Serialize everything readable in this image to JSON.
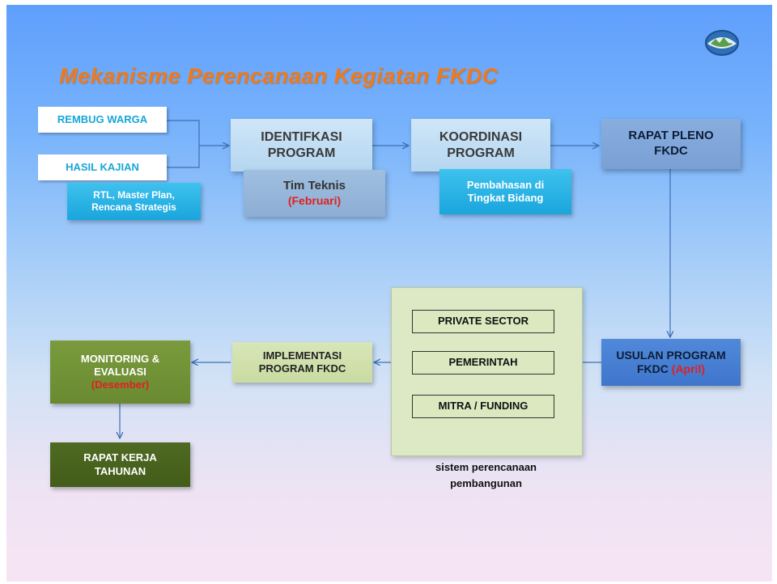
{
  "title": "Mekanisme Perencanaan Kegiatan FKDC",
  "inputs": {
    "rembug_warga": "REMBUG WARGA",
    "hasil_kajian": "HASIL KAJIAN",
    "rtl": "RTL, Master Plan,",
    "rtl_line2": "Rencana Strategis"
  },
  "identifikasi": {
    "line1": "IDENTIFKASI",
    "line2": "PROGRAM",
    "sub_line1": "Tim Teknis",
    "sub_line2": "(Februari)"
  },
  "koordinasi": {
    "line1": "KOORDINASI",
    "line2": "PROGRAM",
    "sub_line1": "Pembahasan di",
    "sub_line2": "Tingkat Bidang"
  },
  "rapat_pleno": {
    "line1": "RAPAT PLENO",
    "line2": "FKDC"
  },
  "usulan": {
    "line1": "USULAN PROGRAM",
    "line2_a": "FKDC ",
    "line2_b": "(April)"
  },
  "sistem": {
    "items": [
      "PRIVATE SECTOR",
      "PEMERINTAH",
      "MITRA / FUNDING"
    ],
    "caption_line1": "sistem perencanaan",
    "caption_line2": "pembangunan"
  },
  "implementasi": {
    "line1": "IMPLEMENTASI",
    "line2": "PROGRAM FKDC"
  },
  "monitoring": {
    "line1": "MONITORING &",
    "line2": "EVALUASI",
    "line3": "(Desember)"
  },
  "rapat_kerja": {
    "line1": "RAPAT KERJA",
    "line2": "TAHUNAN"
  },
  "colors": {
    "title": "#f07a1a",
    "accent_red": "#e02020",
    "arrow": "#3f6fb5"
  },
  "icons": {
    "logo": "regional-emblem-logo"
  }
}
